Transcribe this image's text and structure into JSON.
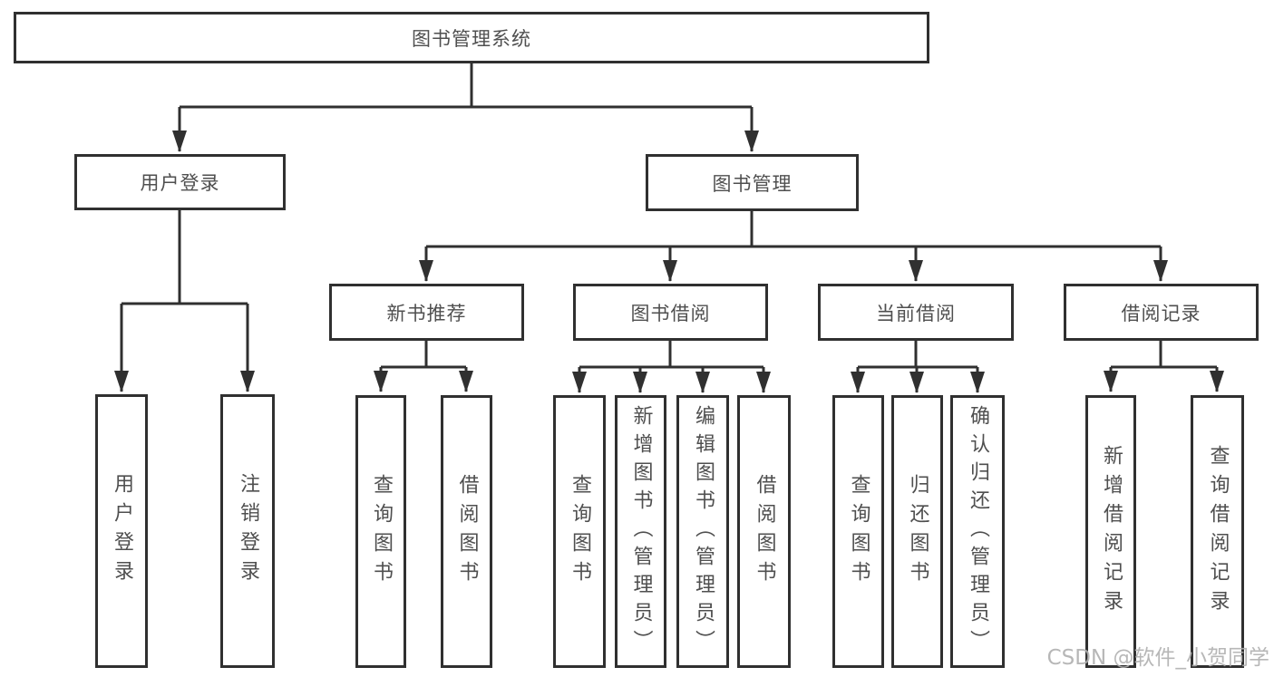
{
  "diagram_title": "图书管理系统",
  "tree": {
    "root": {
      "label": "图书管理系统"
    },
    "branches": [
      {
        "label": "用户登录",
        "children": [
          {
            "label": "用户登录"
          },
          {
            "label": "注销登录"
          }
        ]
      },
      {
        "label": "图书管理",
        "children": [
          {
            "label": "新书推荐",
            "children": [
              {
                "label": "查询图书"
              },
              {
                "label": "借阅图书"
              }
            ]
          },
          {
            "label": "图书借阅",
            "children": [
              {
                "label": "查询图书"
              },
              {
                "label": "新增图书（管理员）"
              },
              {
                "label": "编辑图书（管理员）"
              },
              {
                "label": "借阅图书"
              }
            ]
          },
          {
            "label": "当前借阅",
            "children": [
              {
                "label": "查询图书"
              },
              {
                "label": "归还图书"
              },
              {
                "label": "确认归还（管理员）"
              }
            ]
          },
          {
            "label": "借阅记录",
            "children": [
              {
                "label": "新增借阅记录"
              },
              {
                "label": "查询借阅记录"
              }
            ]
          }
        ]
      }
    ]
  },
  "watermark": "CSDN @软件_小贺同学",
  "colors": {
    "line": "#303030",
    "text": "#4f4f4f",
    "watermark": "#b0b0b0",
    "background": "#ffffff"
  }
}
